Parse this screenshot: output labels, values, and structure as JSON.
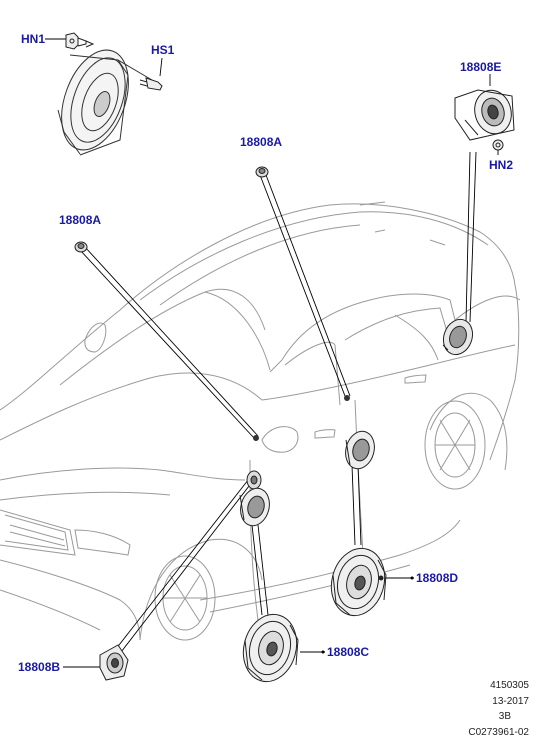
{
  "callouts": {
    "hn1": "HN1",
    "hs1": "HS1",
    "e": "18808E",
    "hn2": "HN2",
    "a_top": "18808A",
    "a_left": "18808A",
    "d": "18808D",
    "c": "18808C",
    "b": "18808B"
  },
  "reference": {
    "line1": "4150305",
    "line2": "13-2017",
    "line3": "3B",
    "line4": "C0273961-02"
  },
  "colors": {
    "callout_text": "#1a1aa0",
    "leader": "#000000",
    "car_outline": "#9a9a9a",
    "part_outline": "#222222"
  }
}
